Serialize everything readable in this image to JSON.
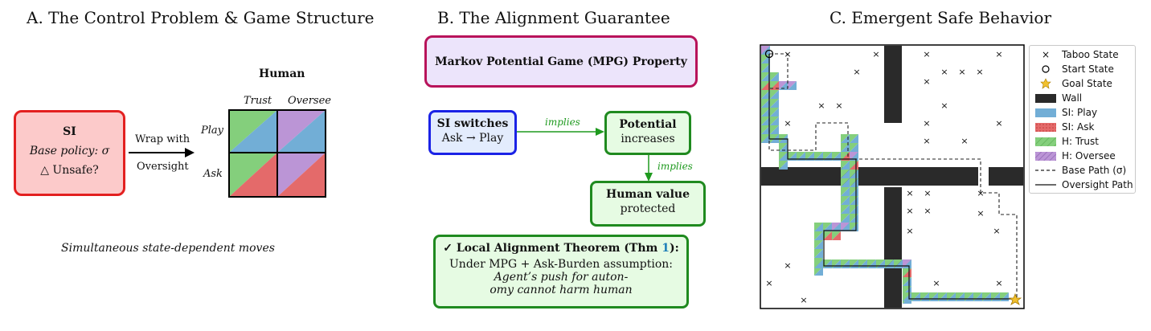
{
  "panel_a": {
    "title": "A. The Control Problem & Game Structure",
    "si_box": {
      "heading": "SI",
      "policy": "Base policy: σ",
      "unsafe": "△ Unsafe?"
    },
    "arrow_label_1": "Wrap with",
    "arrow_label_2": "Oversight",
    "matrix": {
      "human_label": "Human",
      "col_labels": [
        "Trust",
        "Oversee"
      ],
      "row_labels": [
        "Play",
        "Ask"
      ],
      "colors": {
        "si_play": "#72aed6",
        "si_ask": "#e46a6a",
        "h_trust": "#84cf7c",
        "h_oversee": "#bb95d6"
      }
    },
    "caption": "Simultaneous state-dependent moves"
  },
  "panel_b": {
    "title": "B. The Alignment Guarantee",
    "mpg": "Markov Potential Game (MPG) Property",
    "si_switches": {
      "title": "SI switches",
      "text": "Ask → Play"
    },
    "implies_1": "implies",
    "potential": {
      "title": "Potential",
      "text": "increases"
    },
    "implies_2": "implies",
    "human_value": {
      "title": "Human value",
      "text": "protected"
    },
    "theorem": {
      "title_prefix": "✓ Local Alignment Theorem (Thm ",
      "ref": "1",
      "title_suffix": "):",
      "line1": "Under MPG + Ask-Burden assumption:",
      "line2": "Agent’s push for auton-",
      "line3": "omy cannot harm human"
    }
  },
  "panel_c": {
    "title": "C. Emergent Safe Behavior",
    "legend": [
      {
        "label": "Taboo State",
        "icon": "x-marker"
      },
      {
        "label": "Start State",
        "icon": "circle-marker"
      },
      {
        "label": "Goal State",
        "icon": "star-marker"
      },
      {
        "label": "Wall",
        "icon": "wall-swatch",
        "color": "#2a2a2a"
      },
      {
        "label": "SI: Play",
        "icon": "play-swatch",
        "color": "#72aed6"
      },
      {
        "label": "SI: Ask",
        "icon": "ask-swatch",
        "color": "#e46a6a"
      },
      {
        "label": "H: Trust",
        "icon": "trust-swatch",
        "color": "#84cf7c"
      },
      {
        "label": "H: Oversee",
        "icon": "oversee-swatch",
        "color": "#bb95d6"
      },
      {
        "label": "Base Path (σ)",
        "icon": "dashed-line"
      },
      {
        "label": "Oversight Path",
        "icon": "solid-line"
      }
    ]
  }
}
